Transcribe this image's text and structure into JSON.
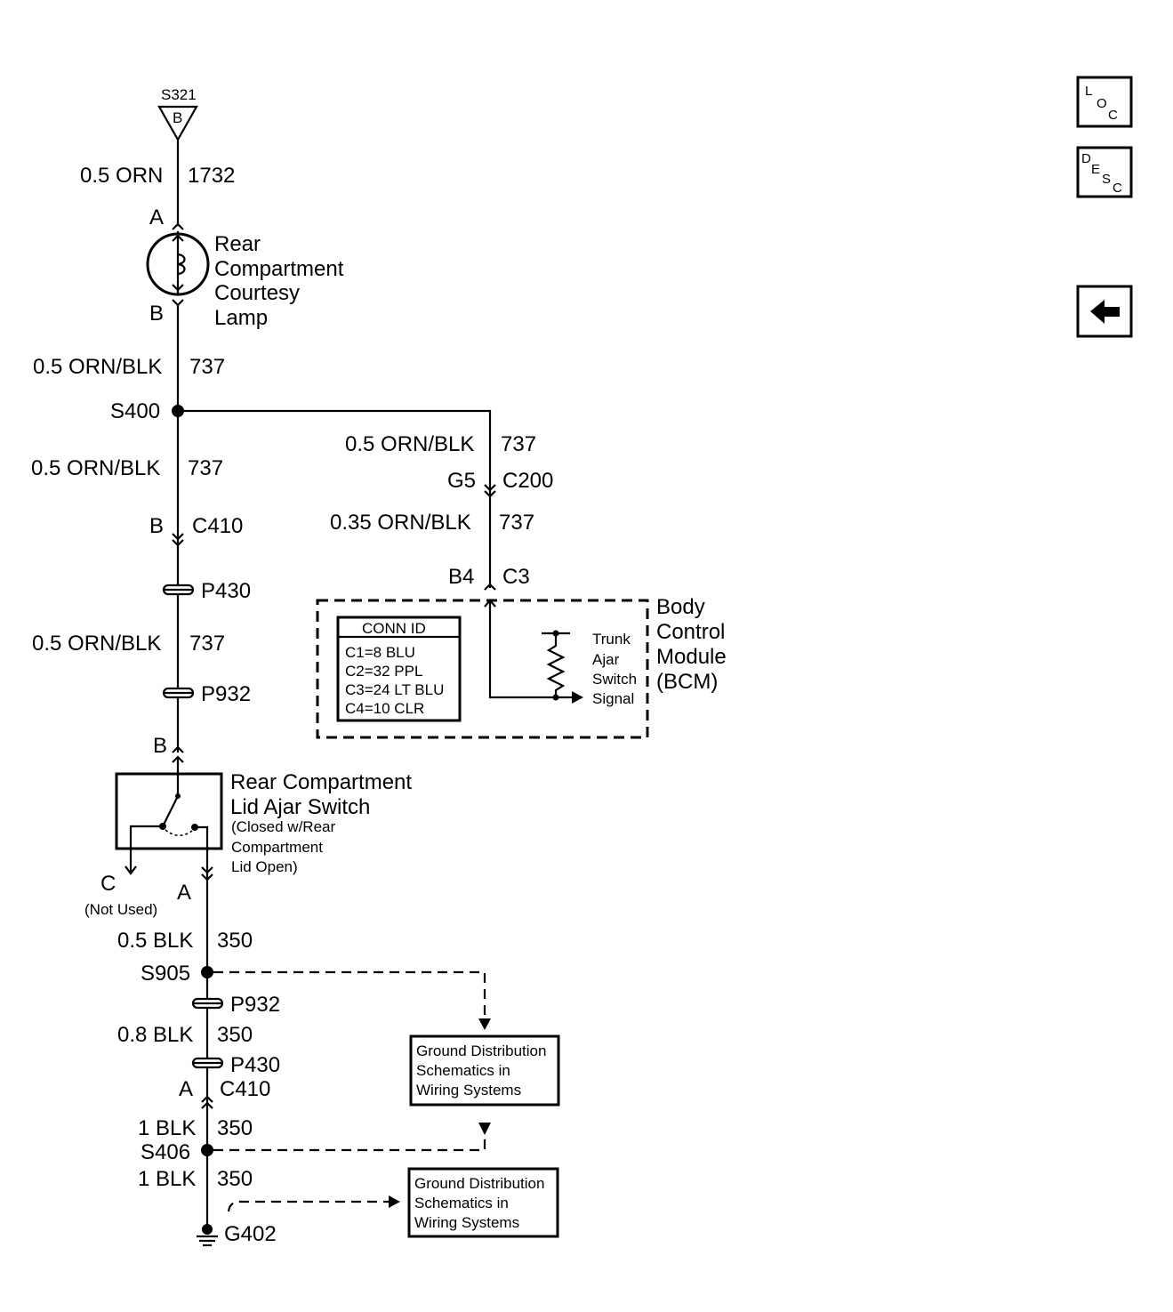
{
  "top_splice": {
    "id": "S321",
    "letter": "B"
  },
  "wire_1": {
    "size_color": "0.5 ORN",
    "circuit": "1732"
  },
  "lamp": {
    "pin_top": "A",
    "pin_bottom": "B",
    "name_lines": [
      "Rear",
      "Compartment",
      "Courtesy",
      "Lamp"
    ]
  },
  "wire_2": {
    "size_color": "0.5 ORN/BLK",
    "circuit": "737"
  },
  "splice_s400": "S400",
  "wire_3": {
    "size_color": "0.5 ORN/BLK",
    "circuit": "737"
  },
  "connector_c410_top": {
    "pin": "B",
    "id": "C410"
  },
  "pass_through_1": "P430",
  "wire_4": {
    "size_color": "0.5 ORN/BLK",
    "circuit": "737"
  },
  "pass_through_2": "P932",
  "switch_pin_top": "B",
  "switch": {
    "name_lines": [
      "Rear Compartment",
      "Lid Ajar Switch"
    ],
    "note_lines": [
      "(Closed w/Rear",
      "Compartment",
      "Lid Open)"
    ],
    "pin_c": "C",
    "pin_c_note": "(Not Used)",
    "pin_a": "A"
  },
  "bcm_branch": {
    "wire_a": {
      "size_color": "0.5 ORN/BLK",
      "circuit": "737"
    },
    "connector": {
      "pin": "G5",
      "id": "C200"
    },
    "wire_b": {
      "size_color": "0.35 ORN/BLK",
      "circuit": "737"
    },
    "bcm_connector": {
      "pin": "B4",
      "id": "C3"
    }
  },
  "bcm": {
    "name_lines": [
      "Body",
      "Control",
      "Module",
      "(BCM)"
    ],
    "conn_id": {
      "header": "CONN ID",
      "rows": [
        "C1=8 BLU",
        "C2=32 PPL",
        "C3=24 LT BLU",
        "C4=10 CLR"
      ]
    },
    "signal_lines": [
      "Trunk",
      "Ajar",
      "Switch",
      "Signal"
    ]
  },
  "ground_path": {
    "wire_a": {
      "size_color": "0.5 BLK",
      "circuit": "350"
    },
    "splice_s905": "S905",
    "pass_p932": "P932",
    "wire_b": {
      "size_color": "0.8 BLK",
      "circuit": "350"
    },
    "pass_p430": "P430",
    "connector": {
      "pin": "A",
      "id": "C410"
    },
    "wire_c": {
      "size_color": "1 BLK",
      "circuit": "350"
    },
    "splice_s406": "S406",
    "wire_d": {
      "size_color": "1 BLK",
      "circuit": "350"
    },
    "ground": "G402"
  },
  "ref_box_1": [
    "Ground Distribution",
    "Schematics in",
    "Wiring Systems"
  ],
  "ref_box_2": [
    "Ground Distribution",
    "Schematics in",
    "Wiring Systems"
  ],
  "nav": {
    "loc": {
      "letters": [
        "L",
        "O",
        "C"
      ]
    },
    "desc": {
      "letters": [
        "D",
        "E",
        "S",
        "C"
      ]
    },
    "back": {
      "icon": "left-arrow-icon"
    }
  }
}
